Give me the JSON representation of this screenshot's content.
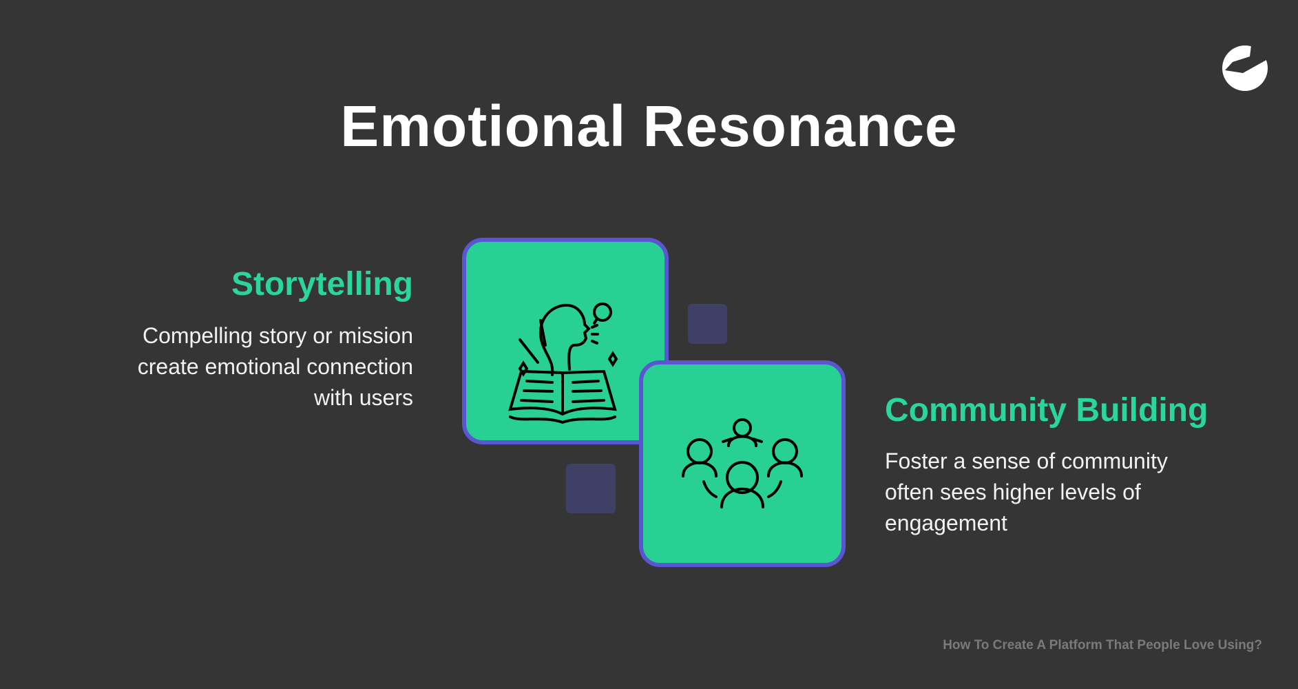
{
  "title": "Emotional Resonance",
  "left": {
    "heading": "Storytelling",
    "lines": [
      "Compelling story or mission",
      "create emotional connection",
      "with users"
    ]
  },
  "right": {
    "heading": "Community Building",
    "lines": [
      "Foster a sense of community",
      "often sees higher levels of",
      "engagement"
    ]
  },
  "footer": "How To Create A Platform That People Love Using?",
  "colors": {
    "background": "#353535",
    "accent": "#2ad699",
    "border": "#5a55d0",
    "square": "#403f65"
  }
}
